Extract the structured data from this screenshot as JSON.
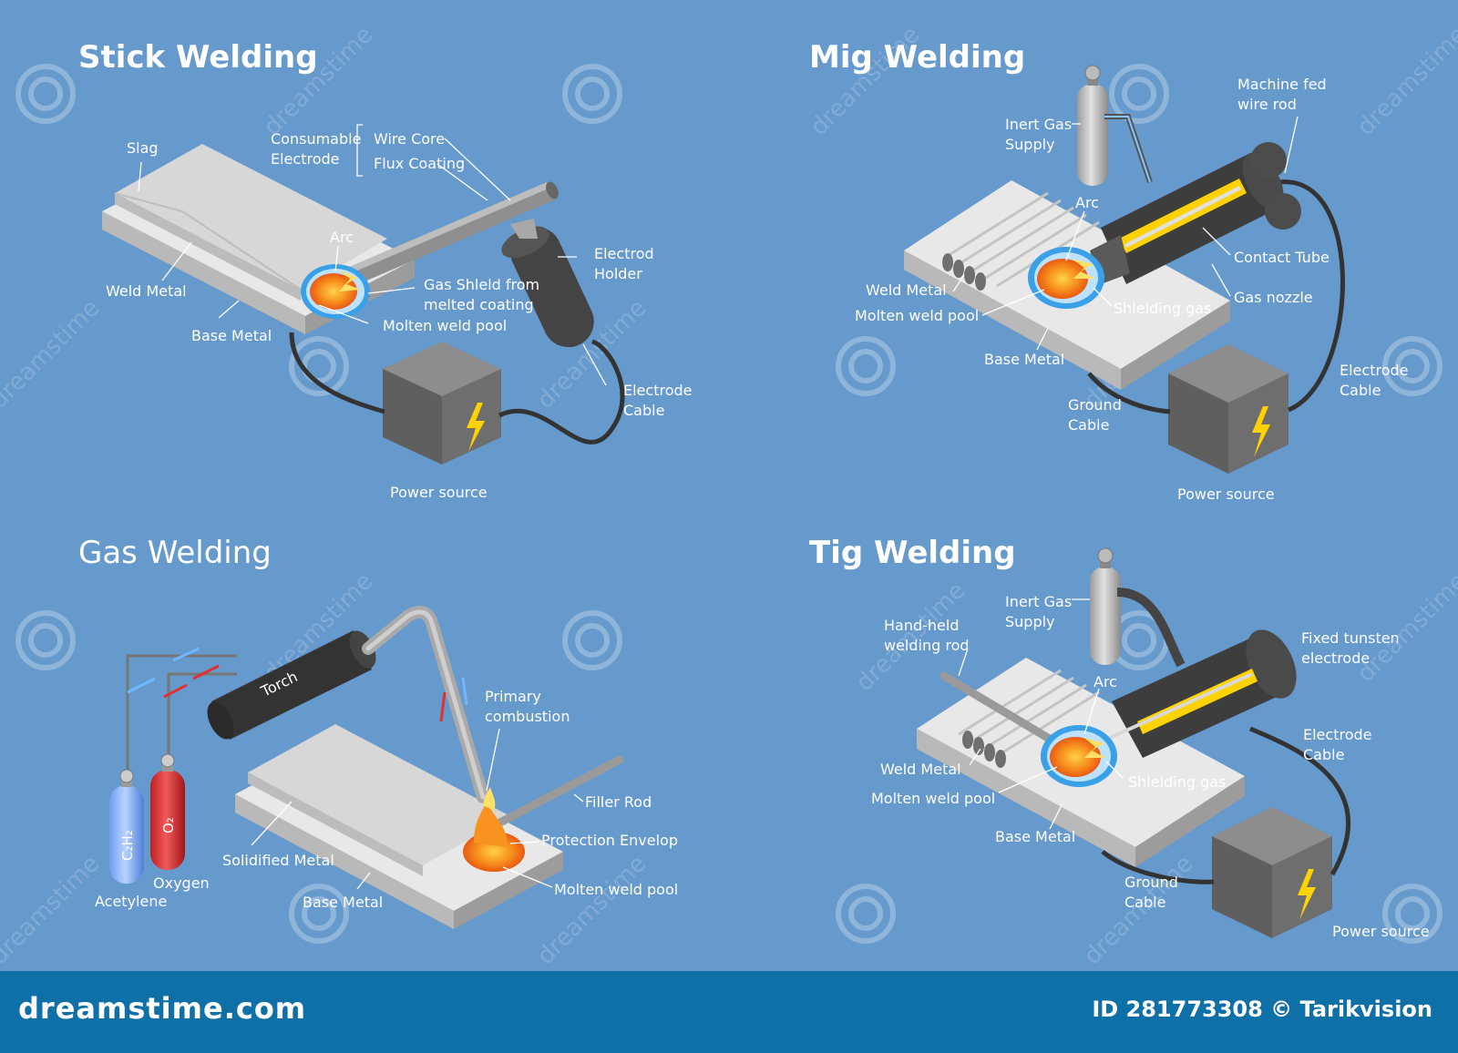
{
  "panels": {
    "stick": {
      "title": "Stick Welding",
      "slag": "Slag",
      "consumable1": "Consumable",
      "consumable2": "Electrode",
      "wire_core": "Wire Core",
      "flux_coating": "Flux Coating",
      "arc": "Arc",
      "electrod_holder1": "Electrod",
      "electrod_holder2": "Holder",
      "gas_shield1": "Gas Shleld from",
      "gas_shield2": "melted coating",
      "weld_metal": "Weld Metal",
      "molten_pool": "Molten weld pool",
      "base_metal": "Base Metal",
      "electrode_cable1": "Electrode",
      "electrode_cable2": "Cable",
      "power_source": "Power source"
    },
    "mig": {
      "title": "Mig Welding",
      "inert_gas1": "Inert Gas",
      "inert_gas2": "Supply",
      "machine_fed1": "Machine fed",
      "machine_fed2": "wire rod",
      "arc": "Arc",
      "contact_tube": "Contact Tube",
      "weld_metal": "Weld Metal",
      "gas_nozzle": "Gas nozzle",
      "molten_pool": "Molten weld pool",
      "shielding_gas": "Shlelding gas",
      "base_metal": "Base Metal",
      "electrode_cable1": "Electrode",
      "electrode_cable2": "Cable",
      "ground_cable1": "Ground",
      "ground_cable2": "Cable",
      "power_source": "Power source"
    },
    "gas": {
      "title": "Gas Welding",
      "torch": "Torch",
      "primary1": "Primary",
      "primary2": "combustion",
      "filler_rod": "Filler Rod",
      "protection": "Protection Envelop",
      "solidified": "Solidified Metal",
      "oxygen": "Oxygen",
      "acetylene": "Acetylene",
      "base_metal": "Base Metal",
      "molten_pool": "Molten weld pool",
      "c2h2": "C₂H₂",
      "o2": "O₂"
    },
    "tig": {
      "title": "Tig Welding",
      "inert_gas1": "Inert Gas",
      "inert_gas2": "Supply",
      "hand_held1": "Hand-held",
      "hand_held2": "welding rod",
      "fixed1": "Fixed tunsten",
      "fixed2": "electrode",
      "arc": "Arc",
      "electrode_cable1": "Electrode",
      "electrode_cable2": "Cable",
      "weld_metal": "Weld Metal",
      "shielding_gas": "Shlelding gas",
      "molten_pool": "Molten weld pool",
      "base_metal": "Base Metal",
      "ground_cable1": "Ground",
      "ground_cable2": "Cable",
      "power_source": "Power source"
    }
  },
  "watermark": "dreamstime",
  "footer": {
    "site": "dreamstime.com",
    "credit": "ID 281773308 © Tarikvision"
  },
  "colors": {
    "background": "#6699cc",
    "footer": "#0f70a8",
    "molten": "#f47a20",
    "shield": "#3aa0e8",
    "metal_top": "#e6e6e6",
    "box": "#6a6a6a",
    "bolt": "#ffd200"
  }
}
